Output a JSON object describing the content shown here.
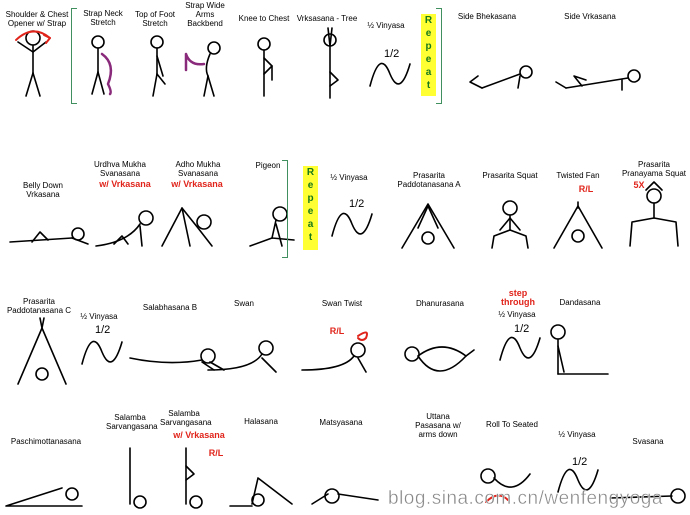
{
  "poses": {
    "r1": [
      "Shoulder & Chest\nOpener w/ Strap",
      "Strap Neck\nStretch",
      "Top of Foot\nStretch",
      "Strap Wide\nArms\nBackbend",
      "Knee to Chest",
      "Vrksasana - Tree",
      "½ Vinyasa",
      "Side Bhekasana",
      "Side Vrkasana"
    ],
    "r2": [
      "Belly Down\nVrkasana",
      "Urdhva Mukha\nSvanasana",
      "Adho Mukha\nSvanasana",
      "Pigeon",
      "½ Vinyasa",
      "Prasarita\nPaddotanasana A",
      "Prasarita Squat",
      "Twisted Fan",
      "Prasarita\nPranayama Squat"
    ],
    "r3": [
      "Prasarita\nPaddotanasana C",
      "½ Vinyasa",
      "Salabhasana B",
      "Swan",
      "Swan Twist",
      "Dhanurasana",
      "½ Vinyasa",
      "Dandasana"
    ],
    "r4": [
      "Paschimottanasana",
      "Salamba\nSarvangasana",
      "Salamba\nSarvangasana",
      "Halasana",
      "Matsyasana",
      "Uttana\nPasasana w/\narms down",
      "Roll To Seated",
      "½ Vinyasa",
      "Svasana"
    ]
  },
  "notes": {
    "w_vrkasana": "w/ Vrkasana",
    "rl": "R/L",
    "five_x": "5X",
    "step_through": "step\nthrough",
    "half": "1/2",
    "repeat": "R\ne\np\ne\na\nt"
  },
  "watermark": "blog.sina.com.cn/wenfengyoga",
  "colors": {
    "accent_red": "#e0241b",
    "repeat_bg": "#ffff33",
    "repeat_text": "#1a7a1a",
    "bracket": "#3f8f5f",
    "strap": "#8a2a7a"
  }
}
